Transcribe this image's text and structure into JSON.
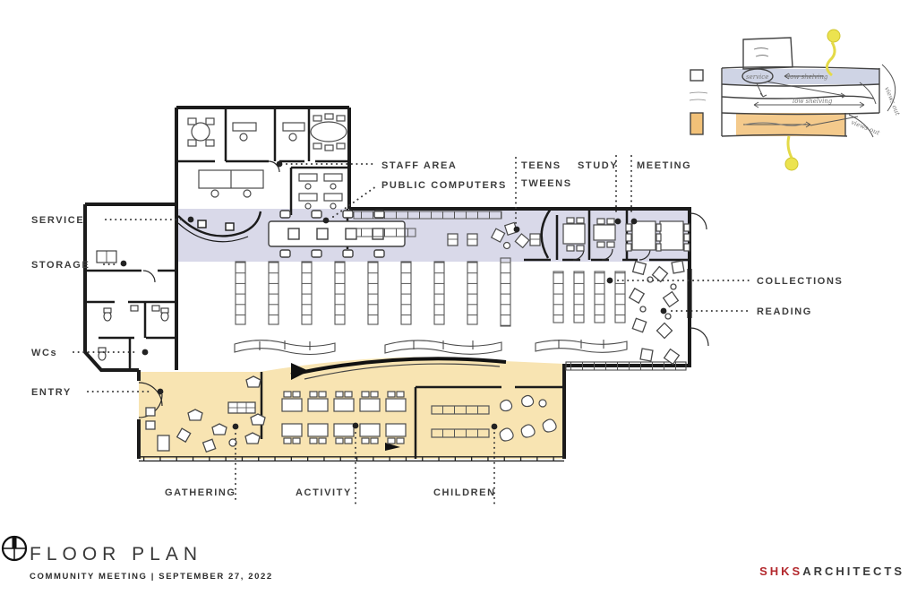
{
  "title_block": {
    "title": "FLOOR PLAN",
    "subtitle": "COMMUNITY MEETING  |  SEPTEMBER 27, 2022"
  },
  "brand": {
    "name_primary": "SHKS",
    "name_secondary": "ARCHITECTS",
    "primary_color": "#b3282d",
    "logo": "compass-circle-icon"
  },
  "plan": {
    "labels": {
      "staff_area": "STAFF AREA",
      "public_computers": "PUBLIC COMPUTERS",
      "teens": "TEENS",
      "tweens": "TWEENS",
      "study": "STUDY",
      "meeting": "MEETING",
      "service": "SERVICE",
      "storage": "STORAGE",
      "wcs": "WCs",
      "entry": "ENTRY",
      "collections": "COLLECTIONS",
      "reading": "READING",
      "gathering": "GATHERING",
      "activity": "ACTIVITY",
      "children": "CHILDREN"
    },
    "zone_colors": {
      "service_band": "#d9d9e9",
      "community_band": "#f8e4b2"
    }
  },
  "sketch": {
    "annotations": {
      "service": "service",
      "low_shelving_upper": "low shelving",
      "low_shelving_mid": "low shelving",
      "views_out_right": "views out",
      "views_out_lower": "views out"
    },
    "colors": {
      "band_blue": "#c7cce1",
      "band_orange": "#f2c178",
      "highlight_yellow": "#ece34f"
    }
  }
}
